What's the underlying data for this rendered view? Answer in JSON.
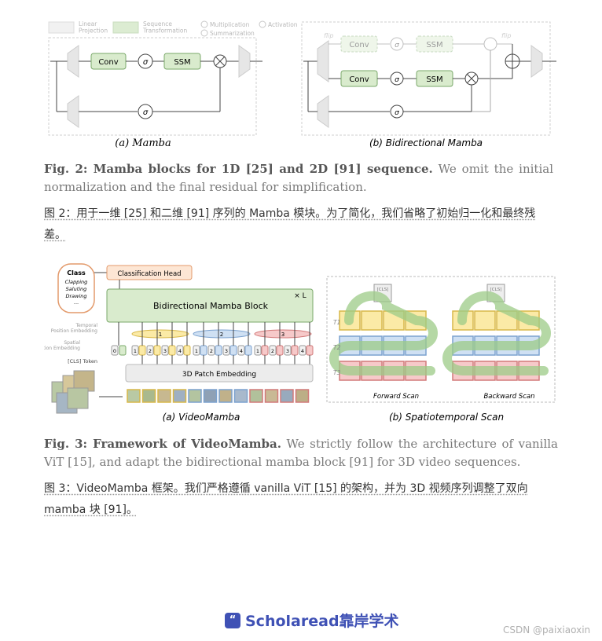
{
  "fig2": {
    "legend": {
      "linear": "Linear\nProjection",
      "seq": "Sequence\nTransformation",
      "mult": "Multiplication",
      "sum": "Summarization",
      "act": "Activation"
    },
    "conv": "Conv",
    "ssm": "SSM",
    "sigma": "σ",
    "flip": "flip",
    "sub_a": "(a) Mamba",
    "sub_b": "(b) Bidirectional Mamba",
    "caption_bold": "Fig. 2: Mamba blocks for 1D [25] and 2D [91] sequence.",
    "caption_rest": " We omit the initial normalization and the final residual for simplification.",
    "zh": "图 2：用于一维 [25] 和二维 [91] 序列的 Mamba 模块。为了简化，我们省略了初始归一化和最终残差。"
  },
  "fig3": {
    "class_box": {
      "title": "Class",
      "items": [
        "Clapping",
        "Saluting",
        "Drawing",
        "..."
      ]
    },
    "head": "Classification Head",
    "block": "Bidirectional Mamba Block",
    "times": "× L",
    "temporal": "Temporal\nPosition Embedding",
    "spatial": "Spatial\nPosition Embedding",
    "cls_token": "[CLS] Token",
    "patch": "3D Patch Embedding",
    "groups": [
      "1",
      "2",
      "3"
    ],
    "tokens": [
      "0",
      "1",
      "2",
      "3",
      "4"
    ],
    "cls_label": "[CLS]",
    "t_labels": [
      "T1",
      "T2",
      "T3"
    ],
    "forward": "Forward Scan",
    "backward": "Backward Scan",
    "sub_a": "(a) VideoMamba",
    "sub_b": "(b) Spatiotemporal Scan",
    "caption_bold": "Fig. 3: Framework of VideoMamba.",
    "caption_rest": " We strictly follow the architecture of vanilla ViT [15], and adapt the bidirectional mamba block [91] for 3D video sequences.",
    "zh": "图 3：VideoMamba 框架。我们严格遵循 vanilla ViT [15] 的架构，并为 3D 视频序列调整了双向 mamba 块 [91]。"
  },
  "footer": {
    "brand": "Scholaread靠岸学术",
    "watermark": "CSDN @paixiaoxin"
  },
  "colors": {
    "green": "#cfe6c2",
    "green_border": "#7aa86a",
    "yellow": "#fbeaa6",
    "blue": "#cfe0f3",
    "red": "#f6c9c9",
    "orange": "#f1c9a4"
  }
}
